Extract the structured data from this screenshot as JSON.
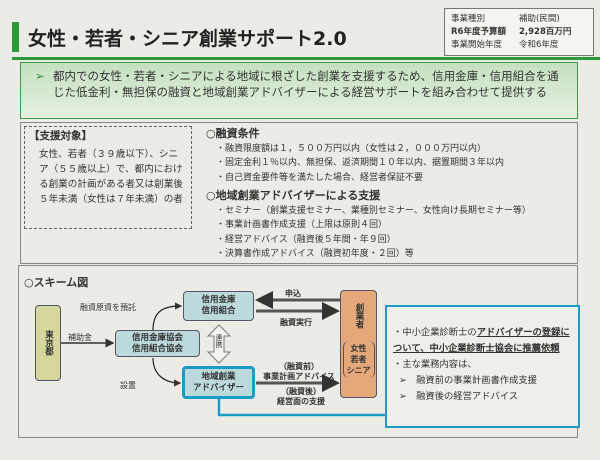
{
  "header": {
    "title": "女性・若者・シニア創業サポート2.0"
  },
  "info": [
    {
      "k": "事業種別",
      "v": "補助(民間)"
    },
    {
      "k": "R6年度予算額",
      "v": "2,928百万円"
    },
    {
      "k": "事業開始年度",
      "v": "令和6年度"
    }
  ],
  "summary": {
    "text": "都内での女性・若者・シニアによる地域に根ざした創業を支援するため、信用金庫・信用組合を通じた低金利・無担保の融資と地域創業アドバイザーによる経営サポートを組み合わせて提供する"
  },
  "target": {
    "heading": "【支援対象】",
    "body": "女性、若者（３９歳以下）、シニア（５５歳以上）で、都内における創業の計画がある者又は創業後５年未満（女性は７年未満）の者"
  },
  "loan": {
    "heading": "○融資条件",
    "items": [
      "・融資限度額は１，５００万円以内（女性は２，０００万円以内）",
      "・固定金利１％以内、無担保、返済期間１０年以内、据置期間３年以内",
      "・自己資金要件等を満たした場合、経営者保証不要"
    ]
  },
  "advisor": {
    "heading": "○地域創業アドバイザーによる支援",
    "items": [
      "・セミナー（創業支援セミナー、業種別セミナー、女性向け長期セミナー等）",
      "・事業計画書作成支援（上限は原則４回）",
      "・経営アドバイス（融資後５年間・年９回）",
      "・決算書作成アドバイス（融資初年度・２回）等"
    ]
  },
  "scheme": {
    "heading": "○スキーム図",
    "tokyo": "東京都",
    "subsidy": "補助金",
    "association": "信用金庫協会\n信用組合協会",
    "bank": "信用金庫\n信用組合",
    "deposit": "融資原資を預託",
    "setup": "設置",
    "adviser": "地域創業\nアドバイザー",
    "renkei": "連携",
    "apply": "申込",
    "loan_exec": "融資実行",
    "before": "（融資前）\n事業計画アドバイス",
    "after": "（融資後）\n経営面の支援",
    "founder": "創業者",
    "founder_sub": "女性\n若者\nシニア"
  },
  "note": {
    "line1_plain": "中小企業診断士の",
    "line1_bold": "アドバイザーの登録について、中小企業診断士協会に推薦依頼",
    "line2": "主な業務内容は、",
    "items": [
      "融資前の事業計画書作成支援",
      "融資後の経営アドバイス"
    ]
  }
}
